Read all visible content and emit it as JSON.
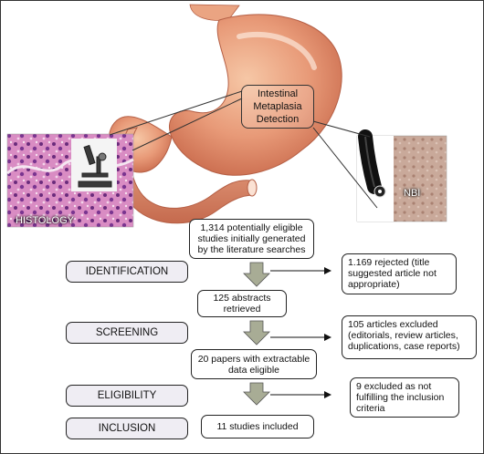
{
  "center_label": "Intestinal Metaplasia Detection",
  "histology_label": "HISTOLOGY",
  "nbi_label": "NBI",
  "flow": {
    "initial": "1,314 potentially eligible studies initially generated by the literature searches",
    "abstracts": "125 abstracts retrieved",
    "papers": "20 papers with extractable data eligible",
    "included": "11 studies included"
  },
  "stages": {
    "identification": "IDENTIFICATION",
    "screening": "SCREENING",
    "eligibility": "ELIGIBILITY",
    "inclusion": "INCLUSION"
  },
  "exclusions": {
    "rejected": "1.169 rejected (title suggested article not appropriate)",
    "excluded_articles": "105 articles excluded (editorials, review articles, duplications, case reports)",
    "excluded_eligibility": "9 excluded as not fulfilling the inclusion criteria"
  }
}
